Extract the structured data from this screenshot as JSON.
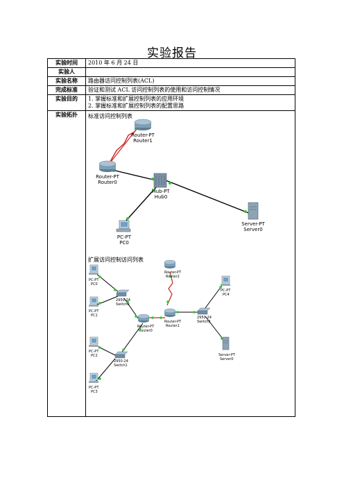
{
  "title": "实验报告",
  "rows": {
    "time": {
      "label": "实验时间",
      "value": "2010 年 6 月 24 日"
    },
    "person": {
      "label": "实验人",
      "value": ""
    },
    "name": {
      "label": "实验名称",
      "value": "路由器访问控制列表(ACL)"
    },
    "standard": {
      "label": "完成标准",
      "value": "验证和测试 ACL 访问控制列表的使用和访问控制情况"
    },
    "purpose": {
      "label": "实验目的",
      "line1": "1. 掌握标准和扩展控制列表的应用环境",
      "line2": "2. 掌握标准和扩展控制列表的配置思路"
    },
    "topology": {
      "label": "实验拓扑"
    }
  },
  "topo1": {
    "caption": "标准访问控制列表",
    "router1": {
      "type": "Router-PT",
      "name": "Router1"
    },
    "router0": {
      "type": "Router-PT",
      "name": "Router0"
    },
    "hub0": {
      "type": "Hub-PT",
      "name": "Hub0"
    },
    "server0": {
      "type": "Server-PT",
      "name": "Server0"
    },
    "pc0": {
      "type": "PC-PT",
      "name": "PC0"
    }
  },
  "topo2": {
    "caption": "扩展访问控制访问列表",
    "pc0": {
      "type": "PC-PT",
      "name": "PC0"
    },
    "pc1": {
      "type": "PC-PT",
      "name": "PC1"
    },
    "pc2": {
      "type": "PC-PT",
      "name": "PC2"
    },
    "pc3": {
      "type": "PC-PT",
      "name": "PC3"
    },
    "pc4": {
      "type": "PC-PT",
      "name": "PC4"
    },
    "switch0": {
      "type": "2950-24",
      "name": "Switch0"
    },
    "switch1": {
      "type": "2950-24",
      "name": "Switch1"
    },
    "switch2": {
      "type": "2950-24",
      "name": "Switch2"
    },
    "router0": {
      "type": "Router-PT",
      "name": "Router0"
    },
    "router1": {
      "type": "Router-PT",
      "name": "Router1"
    },
    "router2": {
      "type": "Router-PT",
      "name": "Router2"
    },
    "server0": {
      "type": "Server-PT",
      "name": "Server0"
    }
  }
}
